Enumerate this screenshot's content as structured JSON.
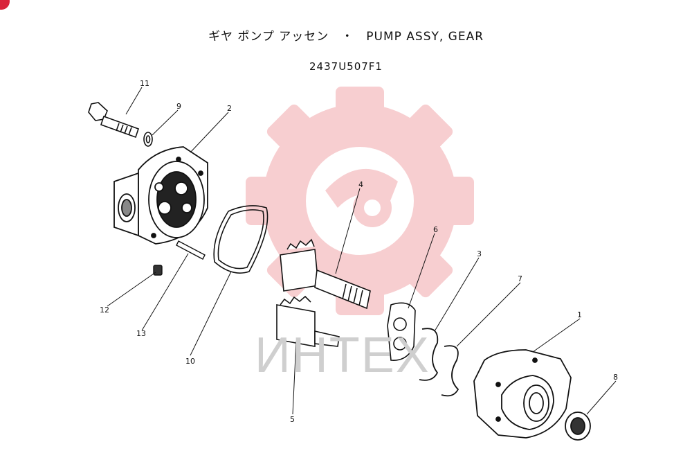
{
  "header": {
    "title_jp": "ギヤ ポンプ アッセン",
    "separator": "・",
    "title_en": "PUMP ASSY, GEAR",
    "part_number": "2437U507F1"
  },
  "callouts": {
    "p1": "1",
    "p2": "2",
    "p3": "3",
    "p4": "4",
    "p5": "5",
    "p6": "6",
    "p7": "7",
    "p8": "8",
    "p9": "9",
    "p10": "10",
    "p11": "11",
    "p12": "12",
    "p13": "13"
  },
  "watermark": {
    "brand": "ИНТЕХ",
    "gear_color": "#f7c9cc",
    "text_color": "#cfcfcf"
  },
  "icons": {
    "corner": "red-circle-badge"
  },
  "colors": {
    "line": "#111111",
    "accent": "#d9233a"
  }
}
